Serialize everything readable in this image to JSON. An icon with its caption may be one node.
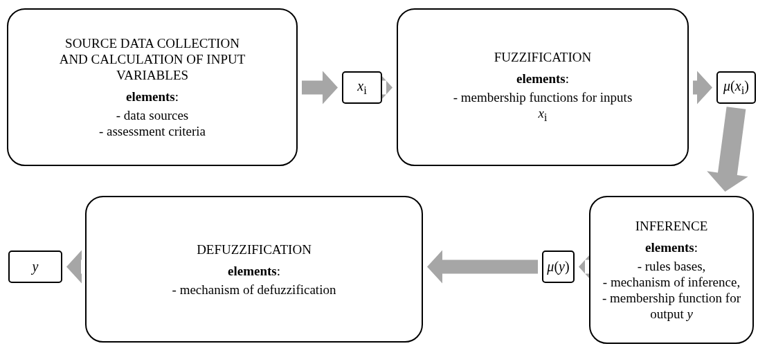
{
  "diagram": {
    "nodes": [
      {
        "text": [
          "SOURCE DATA COLLECTION AND CALCULATION OF INPUT VARIABLES",
          "**elements**:",
          "- data sources",
          "- assessment criteria"
        ]
      },
      {
        "text": [
          "*x*$_{i}$"
        ]
      },
      {
        "text": [
          "FUZZIFICATION",
          "**elements**:",
          "- membership functions for inputs *x*$_{i}$"
        ]
      },
      {
        "text": [
          "*μ*(*x*$_{i}$)"
        ]
      },
      {
        "text": [
          "INFERENCE",
          "**elements**:",
          "- rules bases,",
          "- mechanism of inference,",
          "- membership function for output *y*"
        ]
      },
      {
        "text": [
          "*μ*(*y*)"
        ]
      },
      {
        "text": [
          "DEFUZZIFICATION",
          "**elements**:",
          "-  mechanism of defuzzification"
        ]
      },
      {
        "text": [
          "y"
        ]
      }
    ],
    "edges": [
      {
        "from": 0,
        "to": 1,
        "arrow": "to",
        "style": "thick"
      },
      {
        "from": 1,
        "to": 2,
        "arrow": "to",
        "style": "thick"
      },
      {
        "from": 2,
        "to": 3,
        "arrow": "to",
        "style": "thick"
      },
      {
        "from": 3,
        "to": 4,
        "arrow": "to",
        "style": "thick"
      },
      {
        "from": 4,
        "to": 5,
        "arrow": "to",
        "style": "thick"
      },
      {
        "from": 5,
        "to": 6,
        "arrow": "to",
        "style": "thick"
      },
      {
        "from": 6,
        "to": 7,
        "arrow": "to",
        "style": "thick"
      }
    ]
  }
}
